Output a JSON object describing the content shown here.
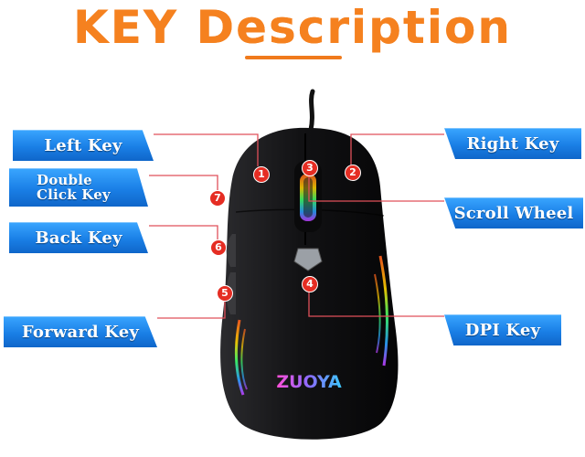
{
  "title": {
    "word1": "KEY",
    "word2": "Description"
  },
  "mouse": {
    "brand": "ZUOYA"
  },
  "keys": [
    {
      "number": "1",
      "label": "Left Key"
    },
    {
      "number": "2",
      "label": "Right Key"
    },
    {
      "number": "3",
      "label": "Scroll Wheel"
    },
    {
      "number": "4",
      "label": "DPI Key"
    },
    {
      "number": "5",
      "label": "Forward Key"
    },
    {
      "number": "6",
      "label": "Back Key"
    },
    {
      "number": "7",
      "label_line1": "Double",
      "label_line2": "Click Key"
    }
  ],
  "colors": {
    "title_orange": "#f07a1c",
    "label_blue": "#1a7fe6",
    "badge_red": "#e52d23"
  }
}
